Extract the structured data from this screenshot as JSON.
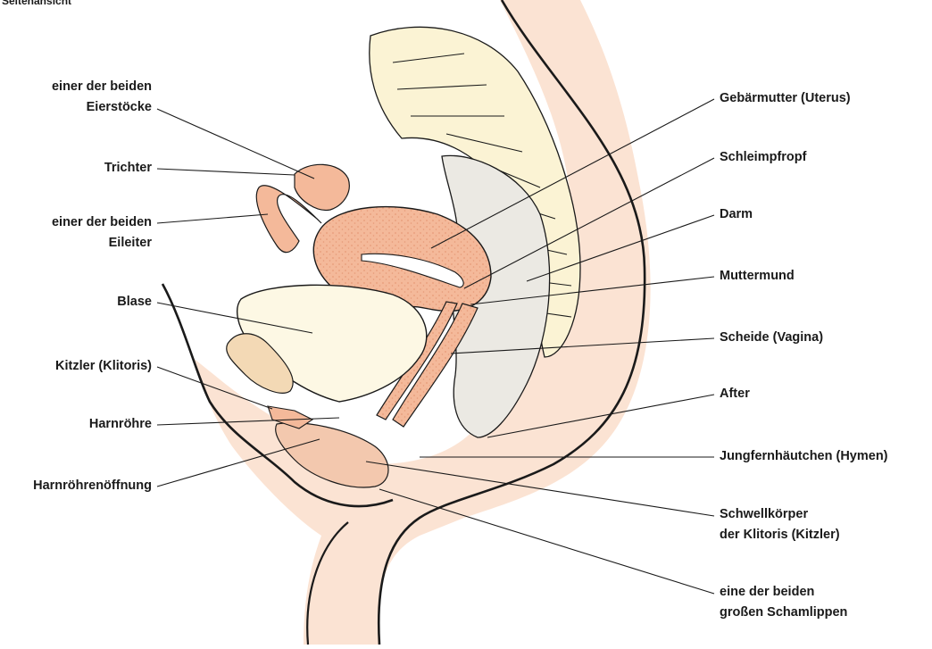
{
  "title": "Seitenansicht",
  "labels": {
    "eierstoecke": [
      "einer der beiden",
      "Eierstöcke"
    ],
    "trichter": [
      "Trichter"
    ],
    "eileiter": [
      "einer der beiden",
      "Eileiter"
    ],
    "blase": [
      "Blase"
    ],
    "kitzler": [
      "Kitzler (Klitoris)"
    ],
    "harnroehre": [
      "Harnröhre"
    ],
    "harnroehrenoeffnung": [
      "Harnröhrenöffnung"
    ],
    "gebaermutter": [
      "Gebärmutter (Uterus)"
    ],
    "schleimpfropf": [
      "Schleimpfropf"
    ],
    "darm": [
      "Darm"
    ],
    "muttermund": [
      "Muttermund"
    ],
    "scheide": [
      "Scheide (Vagina)"
    ],
    "after": [
      "After"
    ],
    "hymen": [
      "Jungfernhäutchen (Hymen)"
    ],
    "schwellkoerper": [
      "Schwellkörper",
      "der Klitoris (Kitzler)"
    ],
    "schamlippen": [
      "eine der beiden",
      "großen Schamlippen"
    ]
  },
  "colors": {
    "skin": "#fbe3d3",
    "skin_dark": "#f3c8ae",
    "uterus": "#f4b99a",
    "uterus_dots": "#e69a78",
    "bladder": "#fdf8e4",
    "bone": "#fbf3d4",
    "bowel": "#ebe9e3",
    "outline": "#1a1a1a"
  }
}
